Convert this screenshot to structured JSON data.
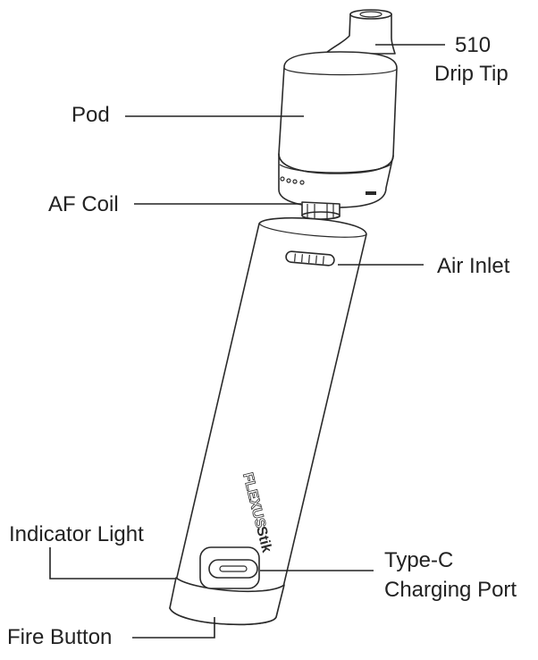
{
  "labels": {
    "drip_tip_line1": "510",
    "drip_tip_line2": "Drip Tip",
    "pod": "Pod",
    "af_coil": "AF Coil",
    "air_inlet": "Air Inlet",
    "indicator_light": "Indicator Light",
    "type_c_line1": "Type-C",
    "type_c_line2": "Charging Port",
    "fire_button": "Fire Button"
  },
  "device": {
    "brand": "FLEXUS",
    "model": "Stik"
  }
}
